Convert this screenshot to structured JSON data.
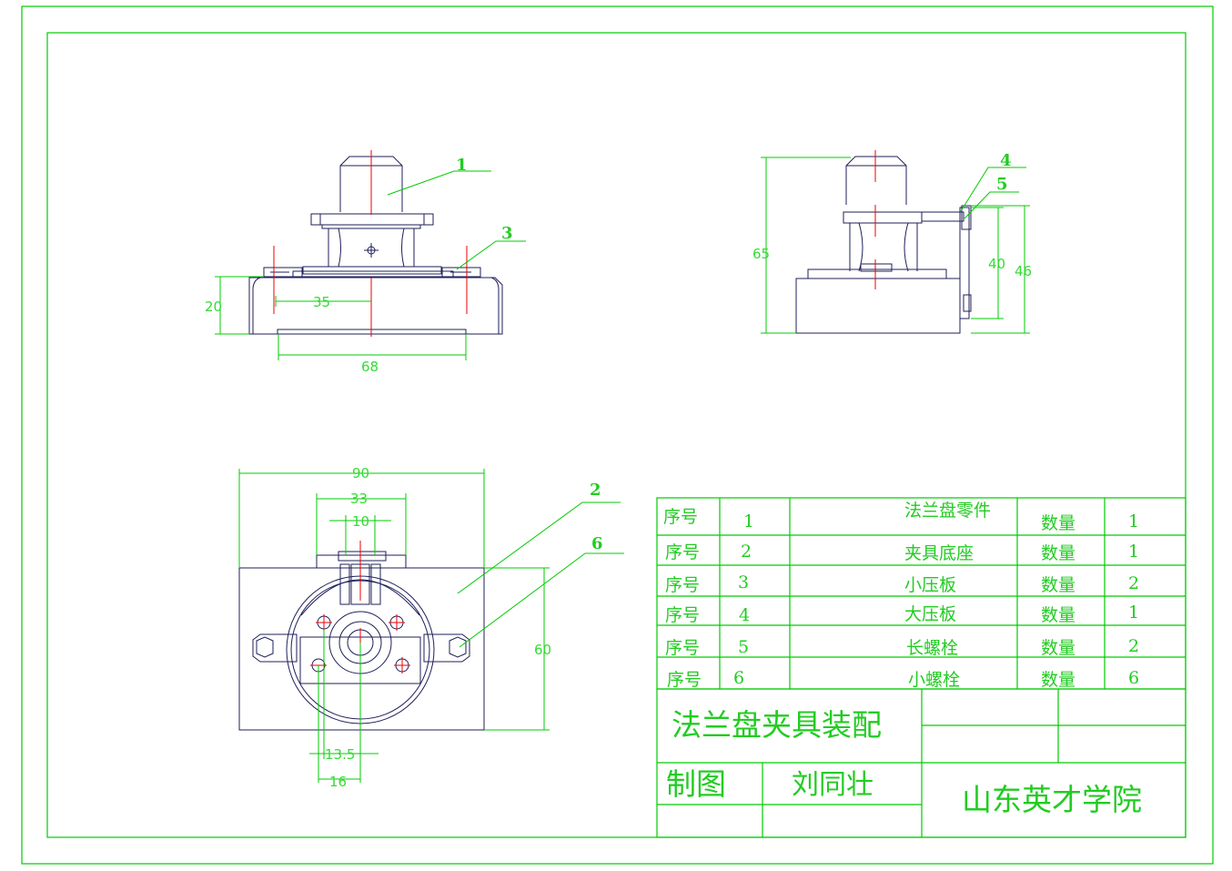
{
  "colors": {
    "frame": "#00cc00",
    "part": "#1f1f5a",
    "center": "#ee0000",
    "text": "#22cc22"
  },
  "front_view": {
    "dims": [
      "20",
      "35",
      "68"
    ],
    "balloons": [
      "1",
      "3"
    ]
  },
  "side_view": {
    "dims": [
      "65",
      "40",
      "46"
    ],
    "balloons": [
      "4",
      "5"
    ]
  },
  "top_view": {
    "dims": [
      "90",
      "33",
      "10",
      "60",
      "13.5",
      "16"
    ],
    "balloons": [
      "2",
      "6"
    ]
  },
  "bom": {
    "rows": [
      {
        "seq_label": "序号",
        "seq": "1",
        "name": "法兰盘零件",
        "qty_label": "数量",
        "qty": "1"
      },
      {
        "seq_label": "序号",
        "seq": "2",
        "name": "夹具底座",
        "qty_label": "数量",
        "qty": "1"
      },
      {
        "seq_label": "序号",
        "seq": "3",
        "name": "小压板",
        "qty_label": "数量",
        "qty": "2"
      },
      {
        "seq_label": "序号",
        "seq": "4",
        "name": "大压板",
        "qty_label": "数量",
        "qty": "1"
      },
      {
        "seq_label": "序号",
        "seq": "5",
        "name": "长螺栓",
        "qty_label": "数量",
        "qty": "2"
      },
      {
        "seq_label": "序号",
        "seq": "6",
        "name": "小螺栓",
        "qty_label": "数量",
        "qty": "6"
      }
    ]
  },
  "title_block": {
    "title": "法兰盘夹具装配",
    "drawn_label": "制图",
    "drawn_by": "刘同壮",
    "school": "山东英才学院"
  }
}
